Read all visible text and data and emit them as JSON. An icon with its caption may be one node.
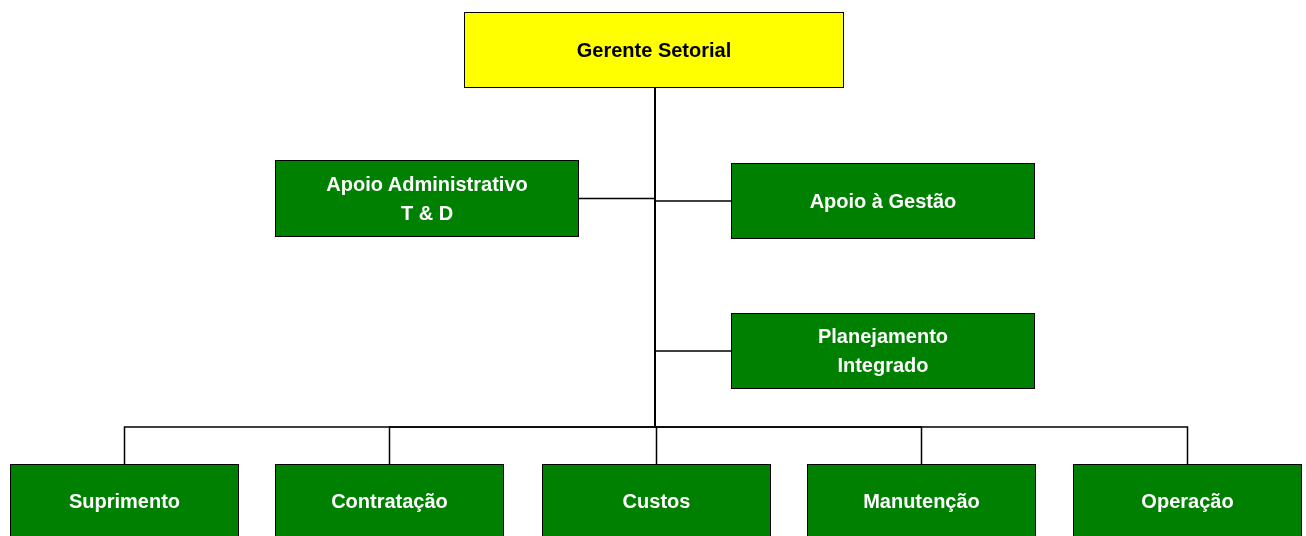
{
  "diagram": {
    "nodes": [
      {
        "text": [
          "Gerente Setorial"
        ]
      },
      {
        "text": [
          "Apoio Administrativo T & D"
        ]
      },
      {
        "text": [
          "Apoio à Gestão"
        ]
      },
      {
        "text": [
          "Planejamento Integrado"
        ]
      },
      {
        "text": [
          "Suprimento"
        ]
      },
      {
        "text": [
          "Contratação"
        ]
      },
      {
        "text": [
          "Custos"
        ]
      },
      {
        "text": [
          "Manutenção"
        ]
      },
      {
        "text": [
          "Operação"
        ]
      }
    ],
    "edges": [
      {
        "from": 0,
        "to": 1,
        "arrow": "none"
      },
      {
        "from": 0,
        "to": 2,
        "arrow": "none"
      },
      {
        "from": 0,
        "to": 3,
        "arrow": "none"
      },
      {
        "from": 0,
        "to": 4,
        "arrow": "none"
      },
      {
        "from": 0,
        "to": 5,
        "arrow": "none"
      },
      {
        "from": 0,
        "to": 6,
        "arrow": "none"
      },
      {
        "from": 0,
        "to": 7,
        "arrow": "none"
      },
      {
        "from": 0,
        "to": 8,
        "arrow": "none"
      }
    ]
  }
}
